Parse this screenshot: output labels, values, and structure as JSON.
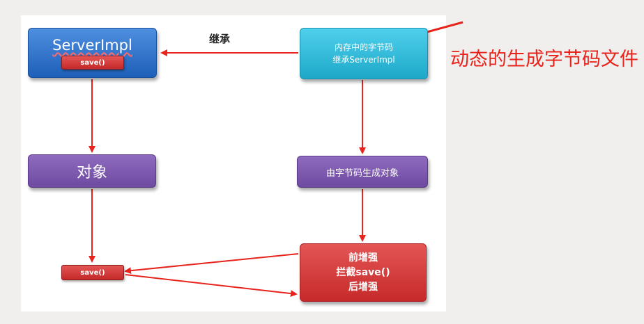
{
  "diagram": {
    "nodes": {
      "serverimpl": {
        "title": "ServerImpl",
        "method": "save()"
      },
      "bytecode": {
        "line1": "内存中的字节码",
        "line2": "继承ServerImpl"
      },
      "object": {
        "label": "对象"
      },
      "generated_object": {
        "label": "由字节码生成对象"
      },
      "save_call": {
        "label": "save()"
      },
      "enhance": {
        "line1": "前增强",
        "line2": "拦截save()",
        "line3": "后增强"
      }
    },
    "edges": {
      "inherit_label": "继承"
    },
    "annotation": "动态的生成字节码文件"
  },
  "colors": {
    "blue": "#1e5fb8",
    "cyan": "#1ea8c9",
    "purple": "#6e4aa0",
    "red": "#c62a2a",
    "arrow": "#e8231b",
    "canvas": "#ffffff",
    "background": "#f0efed"
  }
}
